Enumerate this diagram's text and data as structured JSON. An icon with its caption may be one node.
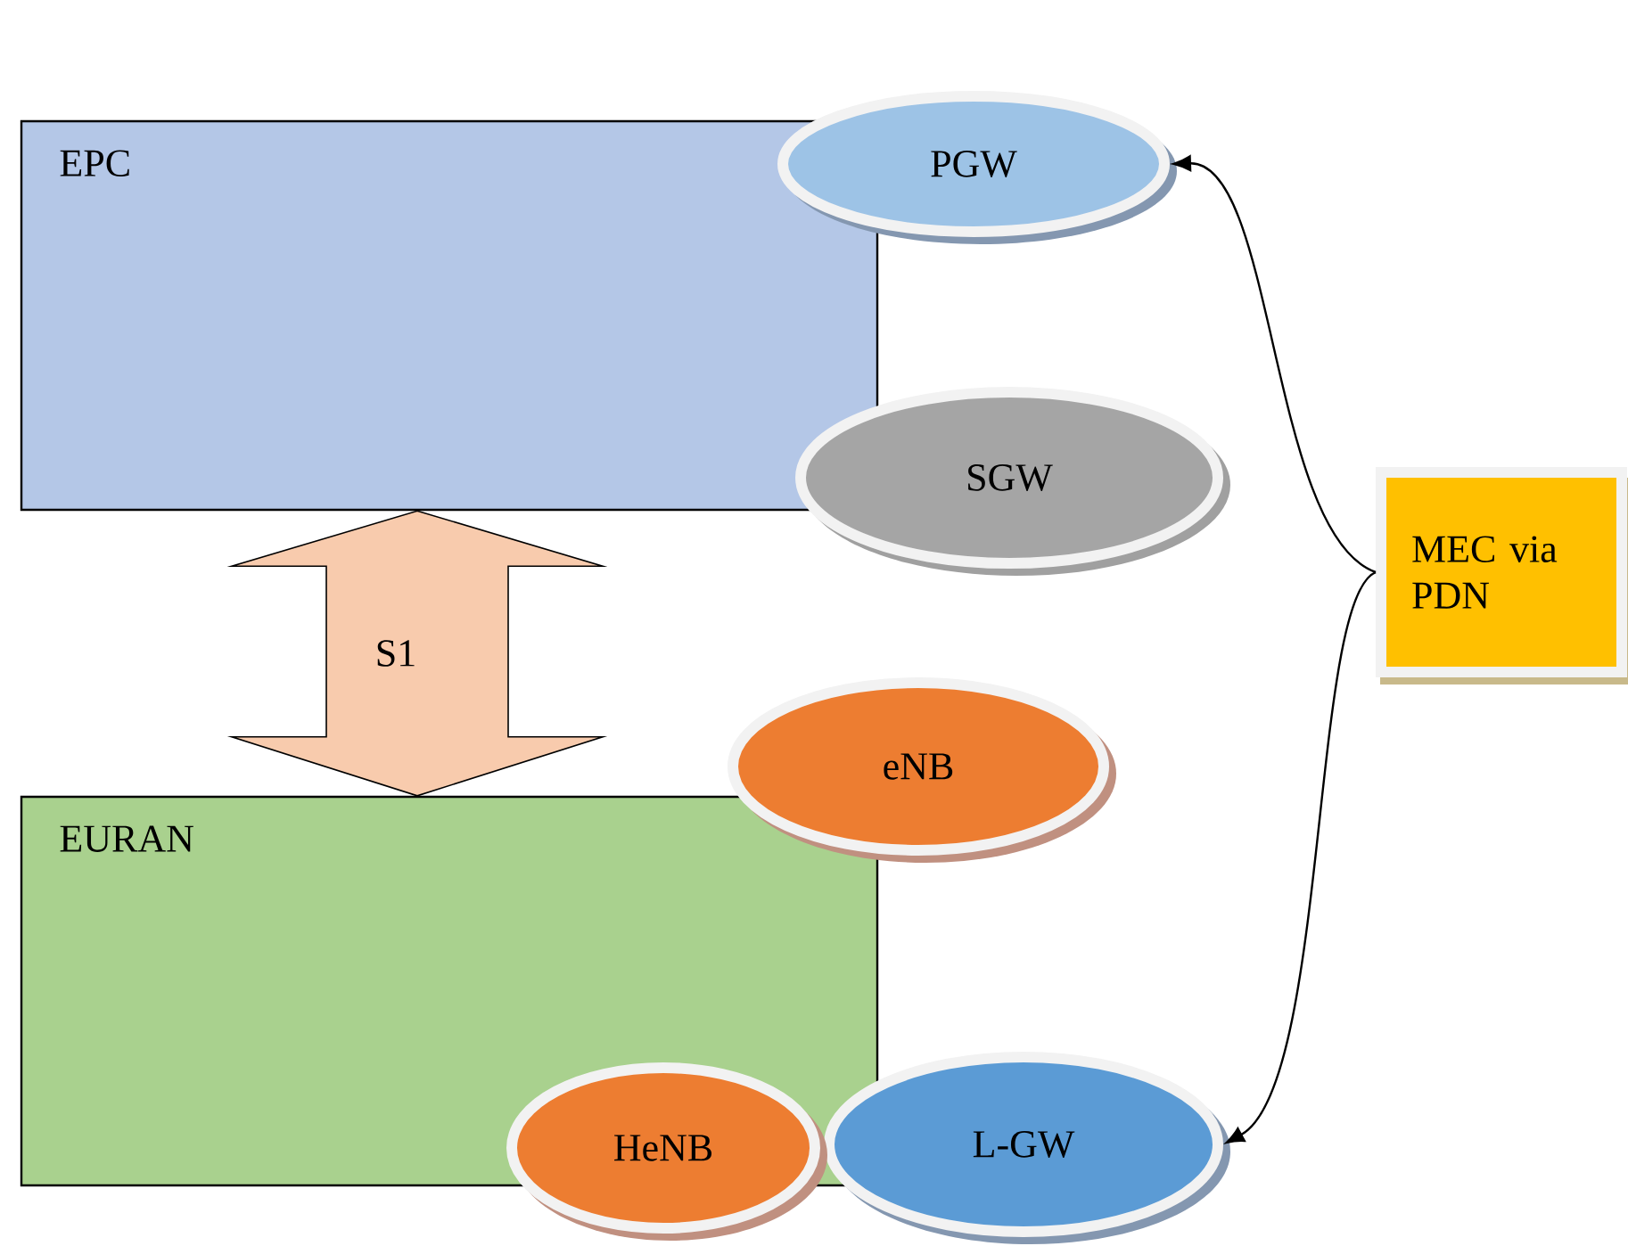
{
  "diagram": {
    "nodes": [
      {
        "text": [
          "EPC"
        ]
      },
      {
        "text": [
          "PGW"
        ]
      },
      {
        "text": [
          "SGW"
        ]
      },
      {
        "text": [
          "EURAN"
        ]
      },
      {
        "text": [
          "eNB"
        ]
      },
      {
        "text": [
          "HeNB"
        ]
      },
      {
        "text": [
          "L-GW"
        ]
      },
      {
        "text": [
          "MEC via PDN"
        ]
      }
    ],
    "edges": [
      {
        "from": 0,
        "to": 3,
        "arrow": "both",
        "label": "S1",
        "style": "thick"
      },
      {
        "from": 7,
        "to": 1,
        "arrow": "to"
      },
      {
        "from": 7,
        "to": 6,
        "arrow": "to"
      }
    ]
  }
}
